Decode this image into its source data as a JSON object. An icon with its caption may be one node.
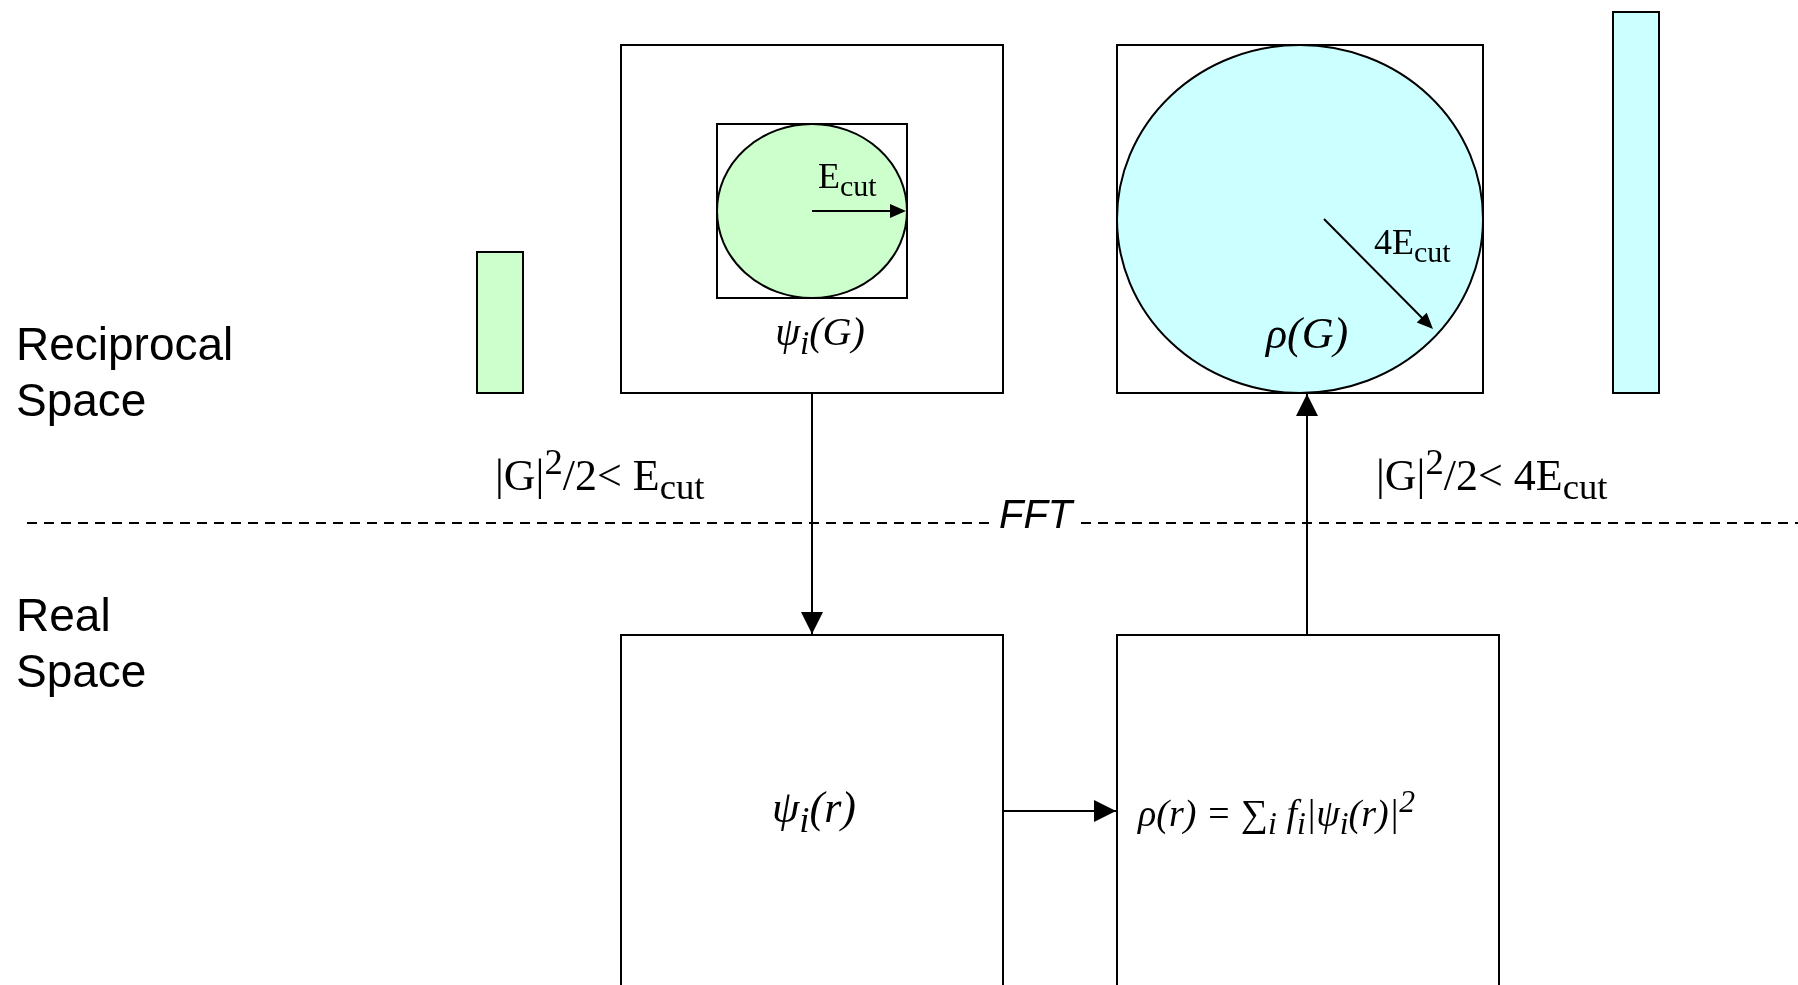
{
  "diagram": {
    "nodes": [
      {
        "text": [],
        "shape": "bar"
      },
      {
        "text": [
          "ψ$_{i}$(G)"
        ]
      },
      {
        "text": [
          "E$_{cut}$"
        ],
        "in": 1
      },
      {
        "text": [
          "4E$_{cut}$",
          "ρ(G)"
        ]
      },
      {
        "text": [],
        "shape": "bar"
      },
      {
        "text": [
          "ψ$_{i}$(r)"
        ]
      },
      {
        "text": [
          "ρ(r) = ∑$_{i}$ f$_{i}$|ψ$_{i}$(r)|$^{2}$"
        ]
      }
    ],
    "edges": [
      {
        "from": 1,
        "to": 5,
        "arrow": "to"
      },
      {
        "from": 5,
        "to": 6,
        "arrow": "to"
      },
      {
        "from": 6,
        "to": 3,
        "arrow": "to"
      }
    ],
    "labels": [
      "Reciprocal Space",
      "Real Space",
      "|G|$^{2}$/2< E$_{cut}$",
      "|G|$^{2}$/2< 4E$_{cut}$",
      "FFT"
    ]
  }
}
